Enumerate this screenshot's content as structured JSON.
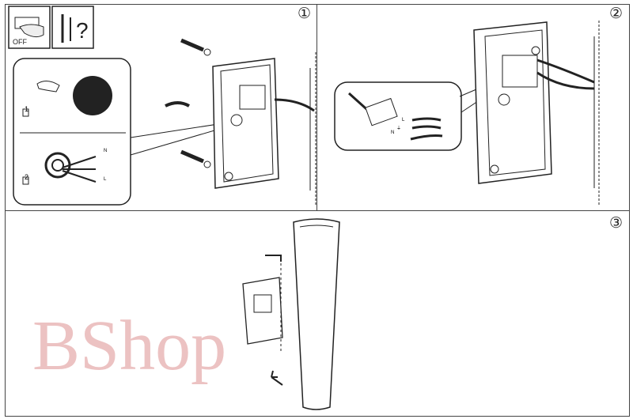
{
  "steps": {
    "one": "①",
    "two": "②",
    "three": "③"
  },
  "icons": {
    "power_off_label": "OFF",
    "question_mark": "?"
  },
  "detail_panel_1": {
    "sub1_label": "1",
    "sub2_label": "2",
    "wire_n": "N",
    "wire_l": "L"
  },
  "detail_panel_2": {
    "terminal_n": "N",
    "terminal_earth": "⏚",
    "terminal_l": "L"
  },
  "watermark": "BShop",
  "colors": {
    "line": "#222222",
    "watermark": "#e8b4b4"
  }
}
